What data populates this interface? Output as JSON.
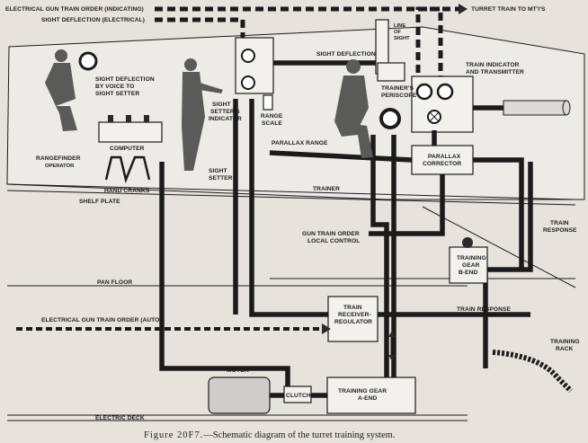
{
  "labels": {
    "electrical_gun_train_order_indicating": "ELECTRICAL GUN TRAIN ORDER (INDICATING)",
    "sight_deflection_electrical": "SIGHT DEFLECTION (ELECTRICAL)",
    "turret_train_to_mtis": "TURRET TRAIN TO MT'I'S",
    "line_of_sight": [
      "LINE",
      "OF",
      "SIGHT"
    ],
    "sight_deflection": "SIGHT DEFLECTION",
    "sight_deflection_by_voice": [
      "SIGHT DEFLECTION",
      "BY VOICE TO",
      "SIGHT SETTER"
    ],
    "trainers_periscope": [
      "TRAINER'S",
      "PERISCOPE"
    ],
    "train_indicator_and_transmitter": [
      "TRAIN INDICATOR",
      "AND TRANSMITTER"
    ],
    "computer": "COMPUTER",
    "sight_setters_indicator": [
      "SIGHT",
      "SETTER'S",
      "INDICATOR"
    ],
    "range_scale": [
      "RANGE",
      "SCALE"
    ],
    "parallax_range": "PARALLAX RANGE",
    "parallax_corrector": [
      "PARALLAX",
      "CORRECTOR"
    ],
    "rangefinder_operator": [
      "RANGEFINDER",
      "OPERATOR"
    ],
    "sight_setter": [
      "SIGHT",
      "SETTER"
    ],
    "hand_cranks": "HAND CRANKS",
    "shelf_plate": "SHELF PLATE",
    "trainer": "TRAINER",
    "train_response_right": [
      "TRAIN",
      "RESPONSE"
    ],
    "gun_train_order_local_control": [
      "GUN TRAIN ORDER",
      "LOCAL CONTROL"
    ],
    "training_gear_b_end": [
      "TRAINING",
      "GEAR",
      "B-END"
    ],
    "pan_floor": "PAN FLOOR",
    "electrical_gun_train_order_auto": "ELECTRICAL GUN TRAIN ORDER (AUTO)",
    "train_receiver_regulator": [
      "TRAIN",
      "RECEIVER-",
      "REGULATOR"
    ],
    "train_response": "TRAIN RESPONSE",
    "training_rack": [
      "TRAINING",
      "RACK"
    ],
    "motor": "MOTOR",
    "clutch": "CLUTCH",
    "training_gear_a_end": [
      "TRAINING GEAR",
      "A-END"
    ],
    "electric_deck": "ELECTRIC DECK"
  },
  "caption": {
    "figure": "Figure 20F7.",
    "text": "—Schematic diagram of the turret training system."
  }
}
